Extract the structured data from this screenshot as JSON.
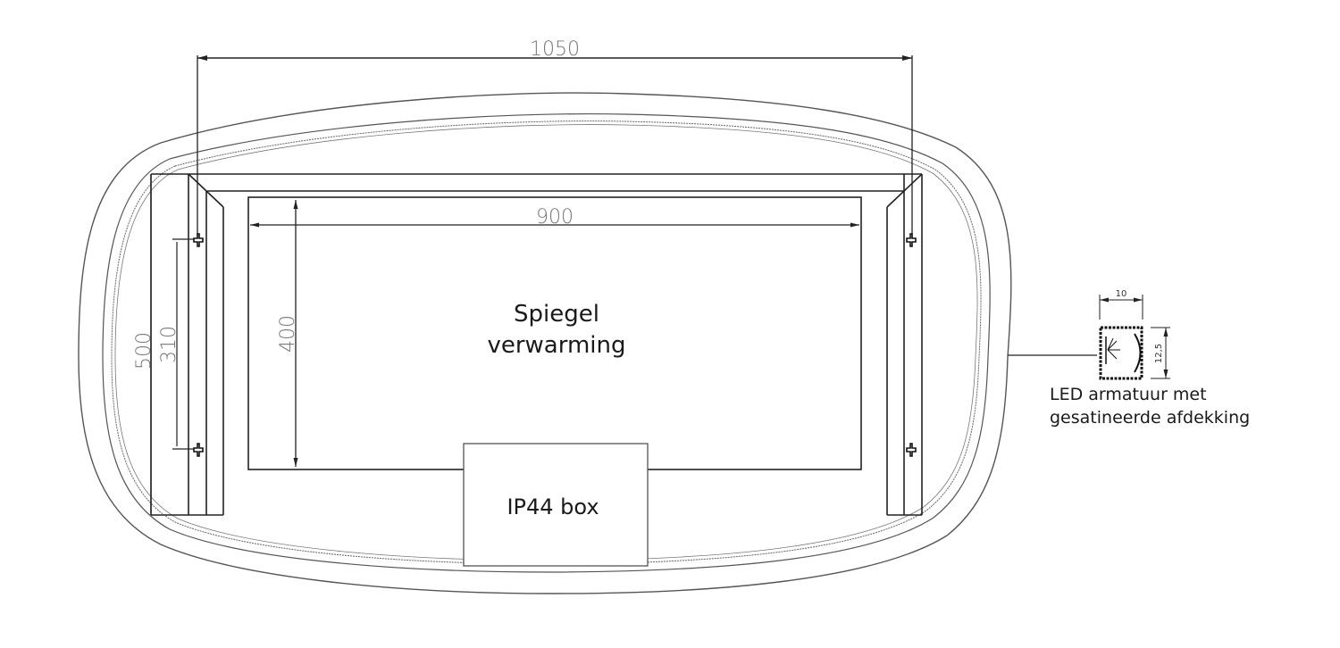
{
  "diagram": {
    "type": "technical-drawing",
    "subject": "Oval LED mirror with mirror heating - top view with dimensions",
    "dimensions": {
      "overall_width": "1050",
      "heating_width": "900",
      "overall_height": "500",
      "mount_spacing": "310",
      "heating_height": "400"
    },
    "labels": {
      "heating_line1": "Spiegel",
      "heating_line2": "verwarming",
      "box": "IP44 box",
      "led_line1": "LED armatuur met",
      "led_line2": "gesatineerde afdekking"
    },
    "led_profile": {
      "width": "10",
      "height": "12,5"
    },
    "colors": {
      "line": "#222222",
      "dimension_text": "#777777",
      "background": "#ffffff"
    }
  }
}
